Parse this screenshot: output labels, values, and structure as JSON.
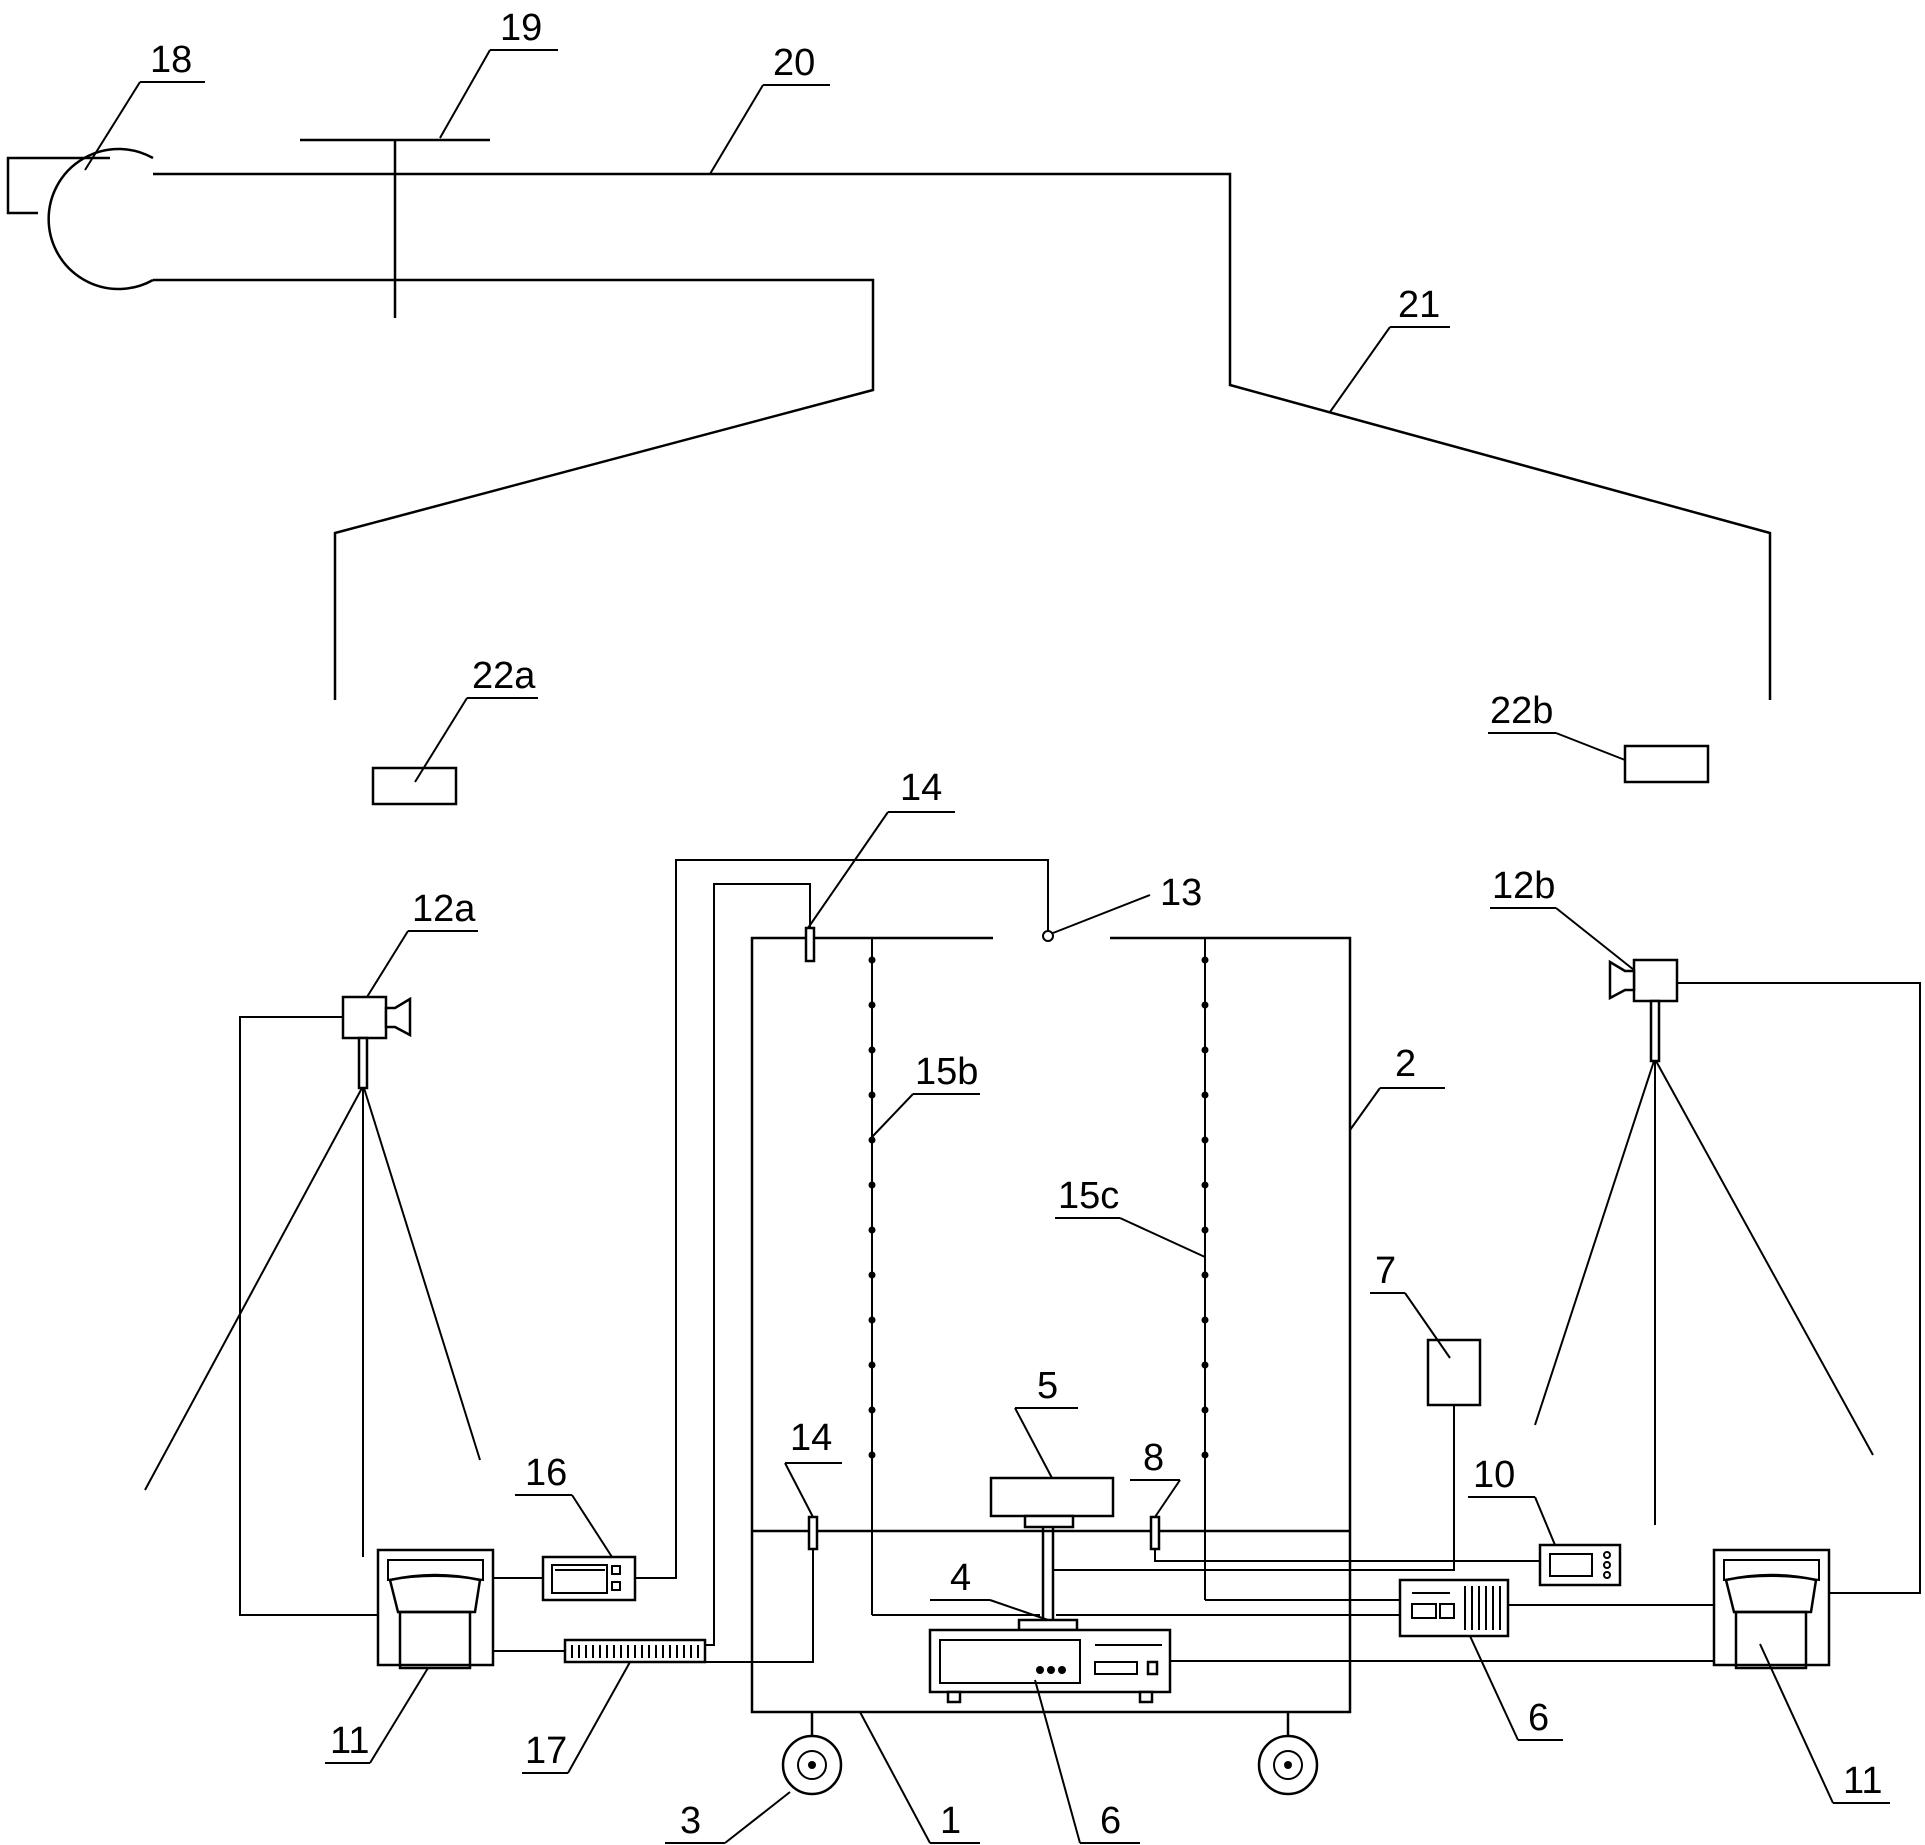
{
  "labels": {
    "l1": "1",
    "l2": "2",
    "l3": "3",
    "l4": "4",
    "l5": "5",
    "l6a": "6",
    "l6b": "6",
    "l7": "7",
    "l8": "8",
    "l10": "10",
    "l11a": "11",
    "l11b": "11",
    "l12a": "12a",
    "l12b": "12b",
    "l13": "13",
    "l14a": "14",
    "l14b": "14",
    "l15b": "15b",
    "l15c": "15c",
    "l16": "16",
    "l17": "17",
    "l18": "18",
    "l19": "19",
    "l20": "20",
    "l21": "21",
    "l22a": "22a",
    "l22b": "22b"
  }
}
